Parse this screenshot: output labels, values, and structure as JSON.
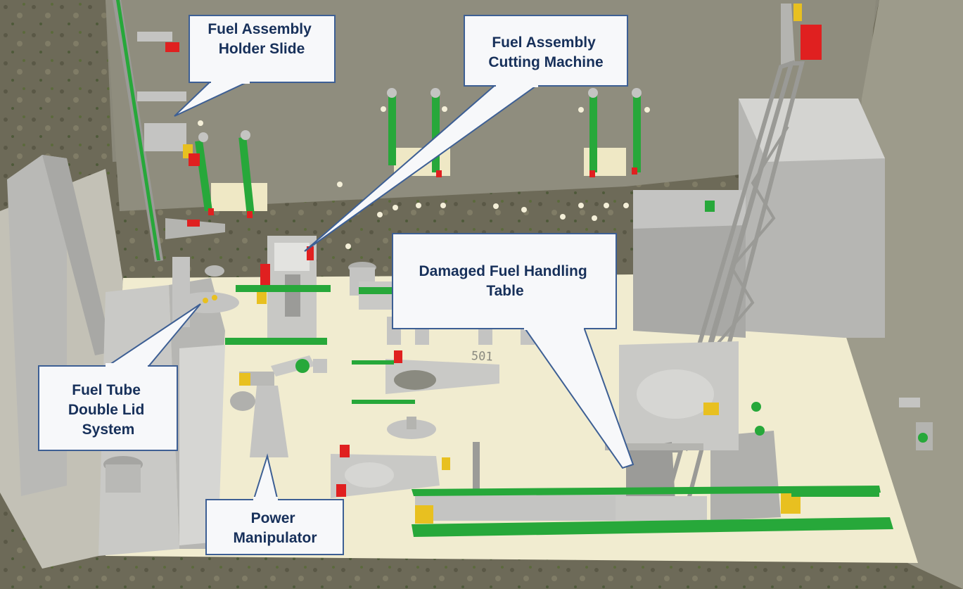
{
  "callouts": {
    "holder_slide": [
      "Fuel Assembly",
      "Holder Slide"
    ],
    "cutting_machine": [
      "Fuel Assembly",
      "Cutting Machine"
    ],
    "handling_table": [
      "Damaged Fuel Handling",
      "Table"
    ],
    "double_lid": [
      "Fuel Tube",
      "Double Lid",
      "System"
    ],
    "power_manipulator": [
      "Power",
      "Manipulator"
    ]
  },
  "floor_marking": "501",
  "colors": {
    "callout_text": "#17305a",
    "callout_border": "#3d5f94",
    "callout_fill": "#f7f8fa",
    "equipment_gray": "#c4c4c2",
    "accent_green": "#27a83a",
    "accent_red": "#e02020",
    "accent_yellow": "#e8c020",
    "floor": "#f1ecd0",
    "wall": "#8a887a"
  }
}
